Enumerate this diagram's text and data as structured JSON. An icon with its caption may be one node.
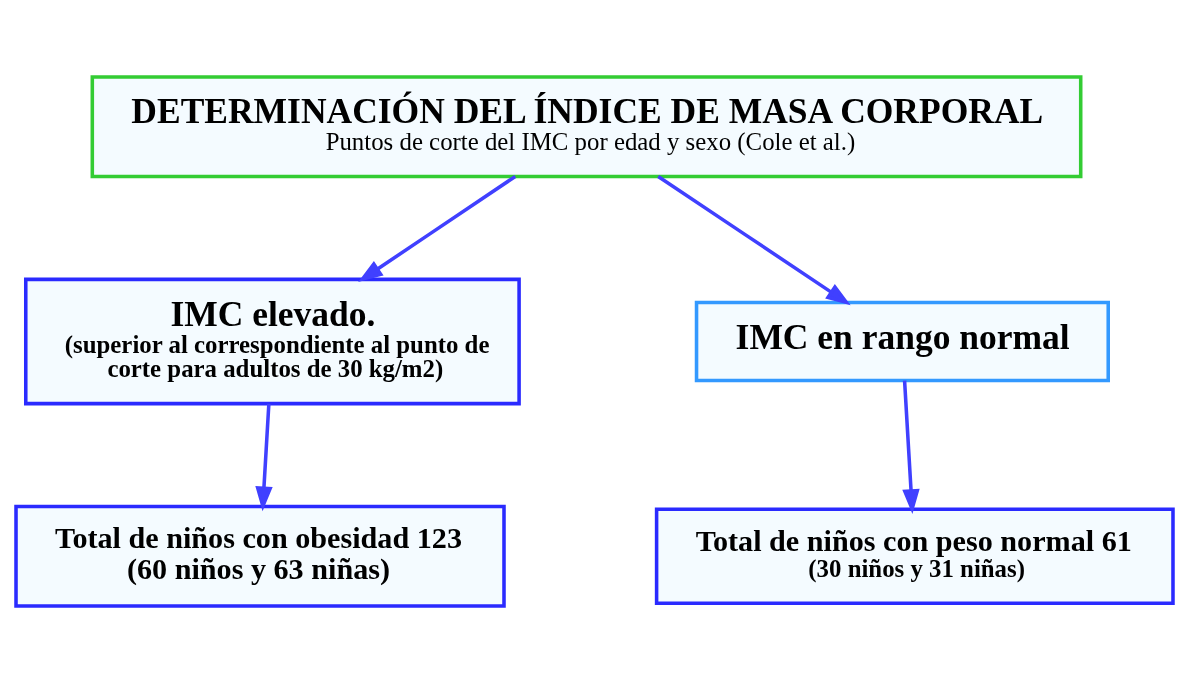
{
  "diagram": {
    "nodes": [
      {
        "text": [
          "DETERMINACIÓN DEL ÍNDICE DE MASA CORPORAL",
          "Puntos de corte del IMC por edad y sexo (Cole et al.)"
        ]
      },
      {
        "text": [
          "IMC elevado.",
          "(superior al correspondiente al punto de corte para adultos de 30 kg/m2)"
        ]
      },
      {
        "text": [
          "IMC en rango normal"
        ]
      },
      {
        "text": [
          "Total de niños con obesidad 123",
          "(60 niños y 63 niñas)"
        ]
      },
      {
        "text": [
          "Total de niños con peso normal 61",
          "(30 niños y 31 niñas)"
        ]
      }
    ],
    "edges": [
      {
        "from": 0,
        "to": 1,
        "arrow": "to"
      },
      {
        "from": 0,
        "to": 2,
        "arrow": "to"
      },
      {
        "from": 1,
        "to": 3,
        "arrow": "to"
      },
      {
        "from": 2,
        "to": 4,
        "arrow": "to"
      }
    ]
  }
}
